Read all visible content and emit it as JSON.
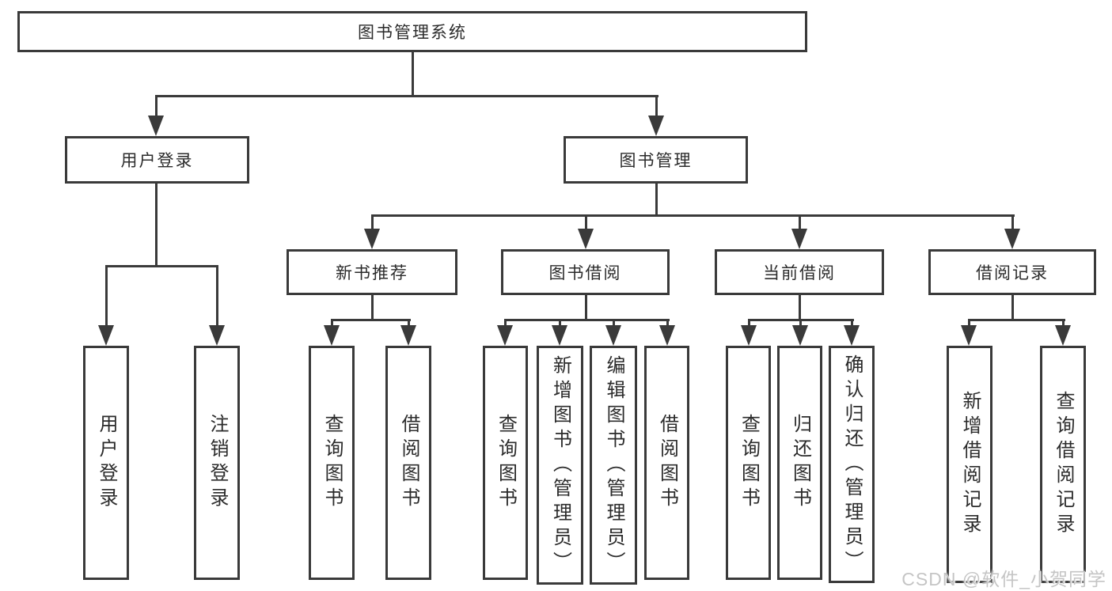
{
  "colors": {
    "background": "#ffffff",
    "line": "#3a3a3a",
    "box_border": "#3a3a3a",
    "text": "#2b2b2b",
    "watermark_text": "#c5c5c5"
  },
  "tree": {
    "label": "图书管理系统",
    "children": [
      {
        "label": "用户登录",
        "children": [
          {
            "label": "用户登录"
          },
          {
            "label": "注销登录"
          }
        ]
      },
      {
        "label": "图书管理",
        "children": [
          {
            "label": "新书推荐",
            "children": [
              {
                "label": "查询图书"
              },
              {
                "label": "借阅图书"
              }
            ]
          },
          {
            "label": "图书借阅",
            "children": [
              {
                "label": "查询图书"
              },
              {
                "label": "新增图书（管理员）"
              },
              {
                "label": "编辑图书（管理员）"
              },
              {
                "label": "借阅图书"
              }
            ]
          },
          {
            "label": "当前借阅",
            "children": [
              {
                "label": "查询图书"
              },
              {
                "label": "归还图书"
              },
              {
                "label": "确认归还（管理员）"
              }
            ]
          },
          {
            "label": "借阅记录",
            "children": [
              {
                "label": "新增借阅记录"
              },
              {
                "label": "查询借阅记录"
              }
            ]
          }
        ]
      }
    ]
  },
  "watermark": {
    "text": "CSDN @软件_小贺同学"
  }
}
